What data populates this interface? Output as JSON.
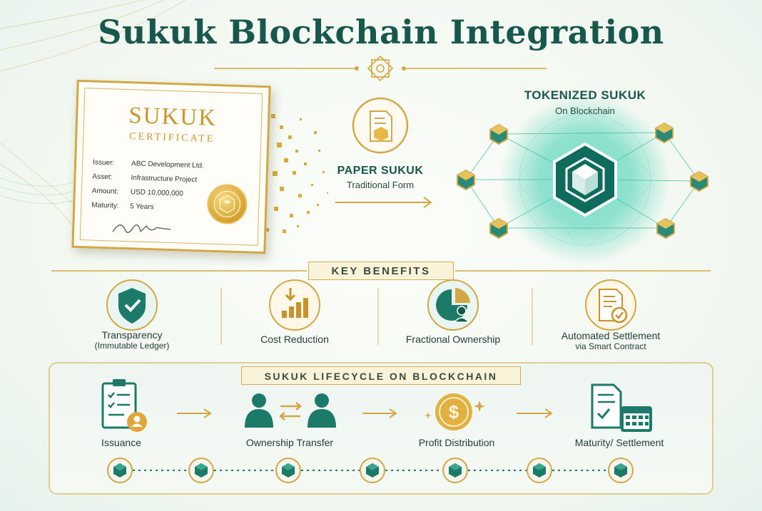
{
  "title": "Sukuk Blockchain Integration",
  "certificate": {
    "heading": "SUKUK",
    "subheading": "CERTIFICATE",
    "fields": [
      {
        "label": "Issuer:",
        "value": "ABC Development Ltd."
      },
      {
        "label": "Asset:",
        "value": "Infrastructure Project"
      },
      {
        "label": "Amount:",
        "value": "USD 10,000,000"
      },
      {
        "label": "Maturity:",
        "value": "5 Years"
      }
    ]
  },
  "paper": {
    "label": "PAPER SUKUK",
    "sub": "Traditional Form"
  },
  "tokenized": {
    "label": "TOKENIZED SUKUK",
    "sub": "On Blockchain"
  },
  "benefits": {
    "title": "KEY BENEFITS",
    "items": [
      {
        "label": "Transparency",
        "sub": "(Immutable Ledger)",
        "icon": "shield-check-icon"
      },
      {
        "label": "Cost Reduction",
        "sub": "",
        "icon": "cost-chart-icon"
      },
      {
        "label": "Fractional Ownership",
        "sub": "",
        "icon": "pie-person-icon"
      },
      {
        "label": "Automated Settlement",
        "sub": "via Smart Contract",
        "icon": "contract-check-icon"
      }
    ]
  },
  "lifecycle": {
    "title": "SUKUK LIFECYCLE ON BLOCKCHAIN",
    "steps": [
      {
        "label": "Issuance",
        "icon": "clipboard-person-icon"
      },
      {
        "label": "Ownership Transfer",
        "icon": "people-exchange-icon"
      },
      {
        "label": "Profit Distribution",
        "icon": "dollar-coin-icon"
      },
      {
        "label": "Maturity/ Settlement",
        "icon": "calendar-check-icon"
      }
    ]
  },
  "colors": {
    "teal": "#17574c",
    "gold": "#d3a744",
    "accent": "#2bbfa6"
  }
}
